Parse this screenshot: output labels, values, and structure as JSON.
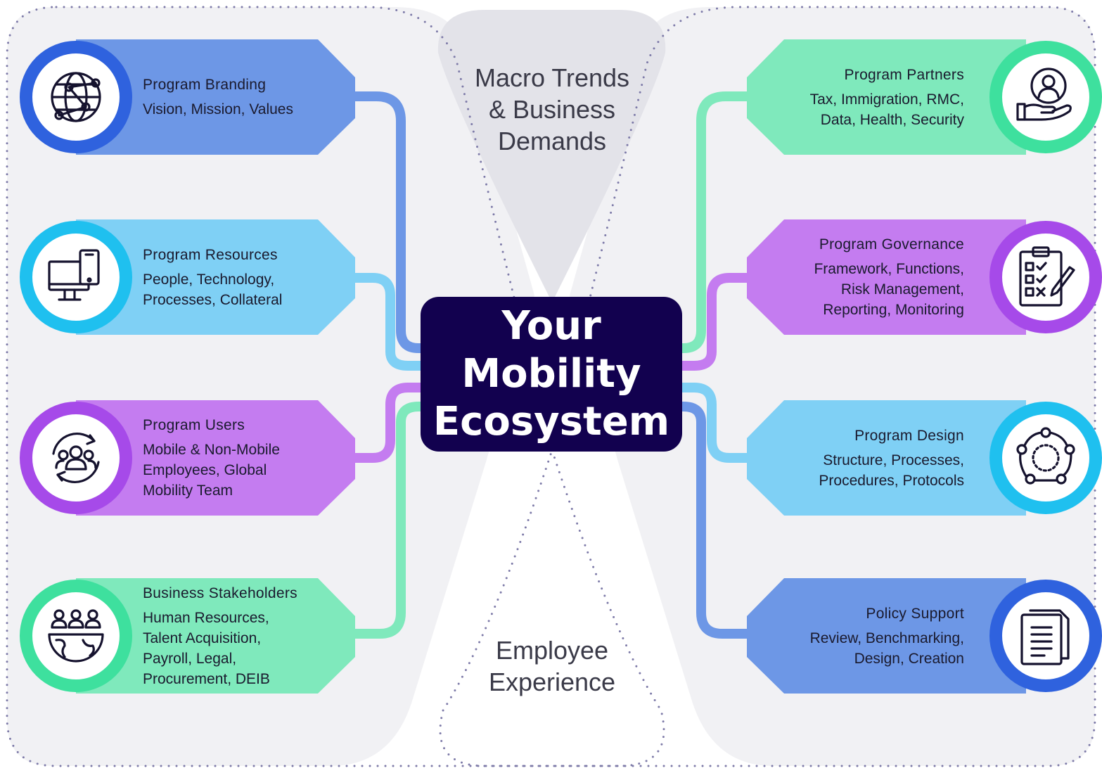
{
  "center": {
    "lines": [
      "Your",
      "Mobility",
      "Ecosystem"
    ]
  },
  "top_callout": {
    "lines": [
      "Macro Trends",
      "& Business",
      "Demands"
    ]
  },
  "bottom_callout": {
    "lines": [
      "Employee",
      "Experience"
    ]
  },
  "left_cards": [
    {
      "title": "Program Branding",
      "lines": [
        "Vision, Mission, Values"
      ],
      "icon": "globe-network-icon",
      "fill": "#6d97e6",
      "ring": "#2f62de"
    },
    {
      "title": "Program Resources",
      "lines": [
        "People, Technology,",
        "Processes, Collateral"
      ],
      "icon": "computer-phone-icon",
      "fill": "#7fd0f5",
      "ring": "#1fc0ef"
    },
    {
      "title": "Program Users",
      "lines": [
        "Mobile & Non-Mobile",
        "Employees, Global",
        "Mobility Team"
      ],
      "icon": "user-group-cycle-icon",
      "fill": "#c47cf0",
      "ring": "#a64ae9"
    },
    {
      "title": "Business Stakeholders",
      "lines": [
        "Human Resources,",
        "Talent Acquisition,",
        "Payroll, Legal,",
        "Procurement, DEIB"
      ],
      "icon": "people-globe-icon",
      "fill": "#7fe9bc",
      "ring": "#3ee09e"
    }
  ],
  "right_cards": [
    {
      "title": "Program Partners",
      "lines": [
        "Tax, Immigration, RMC,",
        "Data, Health, Security"
      ],
      "icon": "hand-person-icon",
      "fill": "#7fe9bc",
      "ring": "#3ee09e"
    },
    {
      "title": "Program Governance",
      "lines": [
        "Framework, Functions,",
        "Risk Management,",
        "Reporting, Monitoring"
      ],
      "icon": "checklist-clipboard-icon",
      "fill": "#c47cf0",
      "ring": "#a64ae9"
    },
    {
      "title": "Program Design",
      "lines": [
        "Structure, Processes,",
        "Procedures, Protocols"
      ],
      "icon": "cycle-network-icon",
      "fill": "#7fd0f5",
      "ring": "#1fc0ef"
    },
    {
      "title": "Policy Support",
      "lines": [
        "Review, Benchmarking,",
        "Design, Creation"
      ],
      "icon": "document-icon",
      "fill": "#6d97e6",
      "ring": "#2f62de"
    }
  ]
}
